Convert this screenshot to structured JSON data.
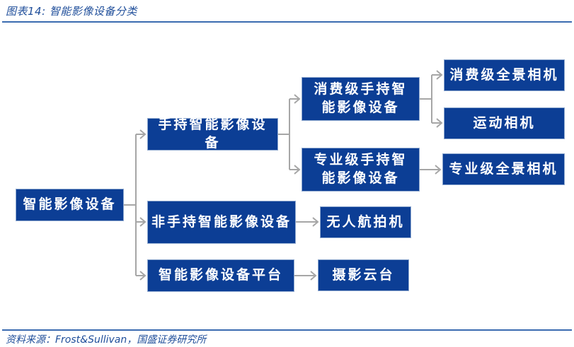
{
  "header": {
    "title": "图表14:  智能影像设备分类"
  },
  "footer": {
    "source": "资料来源：Frost&Sullivan，国盛证券研究所"
  },
  "colors": {
    "node_fill": "#0C3E95",
    "node_text": "#FFFFFF",
    "connector": "#A6A6A6",
    "title_text": "#1F4E9A",
    "rule": "#3B6BB0"
  },
  "tree": {
    "root": "智能影像设备",
    "level1": {
      "handheld": "手持智能影像设备",
      "non_handheld": "非手持智能影像设备",
      "platform": "智能影像设备平台"
    },
    "level2": {
      "consumer_handheld": "消费级手持智能影像设备",
      "pro_handheld": "专业级手持智能影像设备",
      "drone": "无人航拍机",
      "gimbal": "摄影云台"
    },
    "level3": {
      "consumer_panoramic": "消费级全景相机",
      "action_camera": "运动相机",
      "pro_panoramic": "专业级全景相机"
    }
  }
}
